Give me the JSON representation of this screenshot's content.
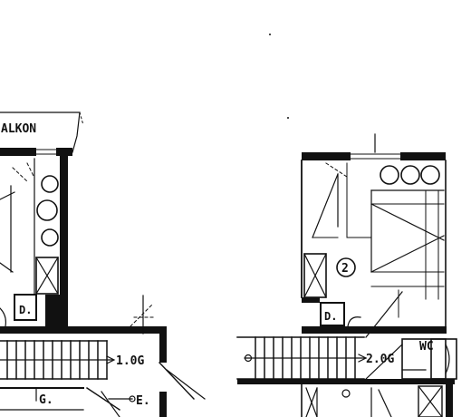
{
  "colors": {
    "ink": "#111111",
    "paper": "#ffffff"
  },
  "labels": {
    "balcony": "ALKON",
    "door_left": "D.",
    "door_right": "D.",
    "floor_1": "1.0G",
    "floor_2": "2.0G",
    "wc": "WC",
    "room_number": "2",
    "g": "G.",
    "e": "E."
  }
}
